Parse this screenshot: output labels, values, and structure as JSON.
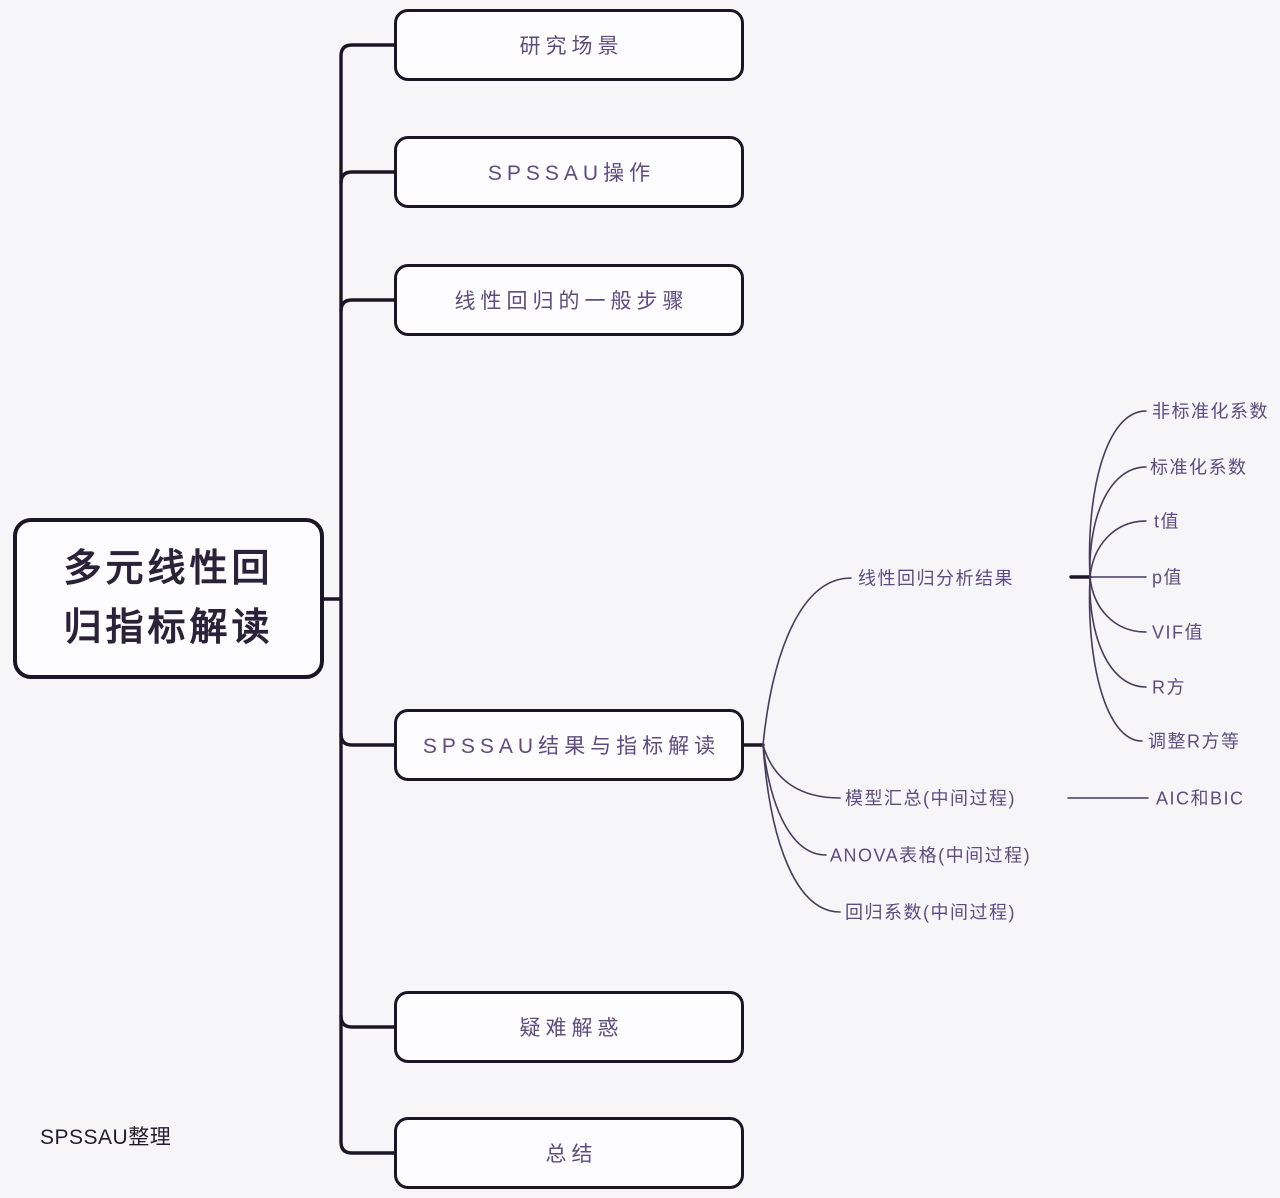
{
  "root": {
    "label": "多元线性回归指标解读"
  },
  "branches": [
    {
      "label": "研究场景"
    },
    {
      "label": "SPSSAU操作"
    },
    {
      "label": "线性回归的一般步骤"
    },
    {
      "label": "SPSSAU结果与指标解读",
      "children": [
        {
          "label": "线性回归分析结果",
          "children": [
            {
              "label": "非标准化系数"
            },
            {
              "label": "标准化系数"
            },
            {
              "label": "t值"
            },
            {
              "label": "p值"
            },
            {
              "label": "VIF值"
            },
            {
              "label": "R方"
            },
            {
              "label": "调整R方等"
            }
          ]
        },
        {
          "label": "模型汇总(中间过程)",
          "children": [
            {
              "label": "AIC和BIC"
            }
          ]
        },
        {
          "label": "ANOVA表格(中间过程)"
        },
        {
          "label": "回归系数(中间过程)"
        }
      ]
    },
    {
      "label": "疑难解惑"
    },
    {
      "label": "总结"
    }
  ],
  "footer": {
    "label": "SPSSAU整理"
  },
  "colors": {
    "background": "#f6f6f9",
    "node_fill": "#fdfdff",
    "node_border": "#1b1626",
    "node_text": "#5e4b80",
    "root_text": "#2a2238",
    "connector": "#1b1626",
    "curve": "#473c5b",
    "footer_text": "#221b31"
  }
}
